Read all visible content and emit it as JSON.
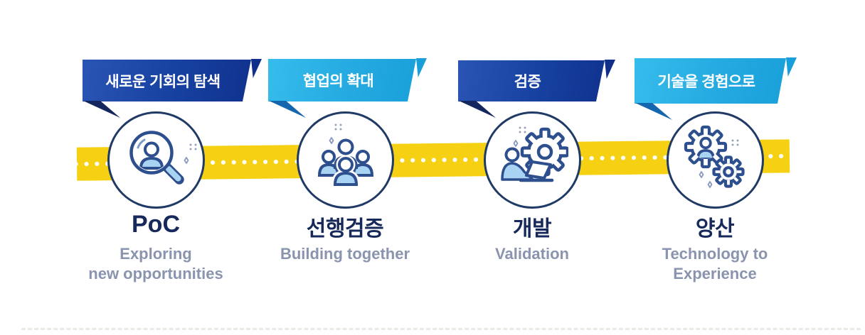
{
  "diagram": {
    "name": "product-development-process",
    "steps": [
      {
        "bubble_label": "새로운 기회의 탐색",
        "bubble_style": "dark",
        "title": "PoC",
        "subtitle": "Exploring\nnew opportunities",
        "icon": "person-magnifier-icon"
      },
      {
        "bubble_label": "협업의 확대",
        "bubble_style": "cyan",
        "title": "선행검증",
        "subtitle": "Building together",
        "icon": "people-group-icon"
      },
      {
        "bubble_label": "검증",
        "bubble_style": "dark",
        "title": "개발",
        "subtitle": "Validation",
        "icon": "person-laptop-gear-icon"
      },
      {
        "bubble_label": "기술을 경험으로",
        "bubble_style": "cyan",
        "title": "양산",
        "subtitle": "Technology to\nExperience",
        "icon": "double-gears-icon"
      }
    ],
    "colors": {
      "ribbon_yellow": "#F6D113",
      "bubble_dark_blue": "#16409F",
      "bubble_cyan": "#24A9E0",
      "tail_navy": "#13265E",
      "tail_blue": "#1566AE",
      "circle_outline": "#203A66",
      "icon_stroke": "#2E4F8E",
      "icon_fill_light_blue": "#A9D3F2",
      "title_navy": "#16295A",
      "subtitle_gray": "#8A94AE"
    }
  }
}
